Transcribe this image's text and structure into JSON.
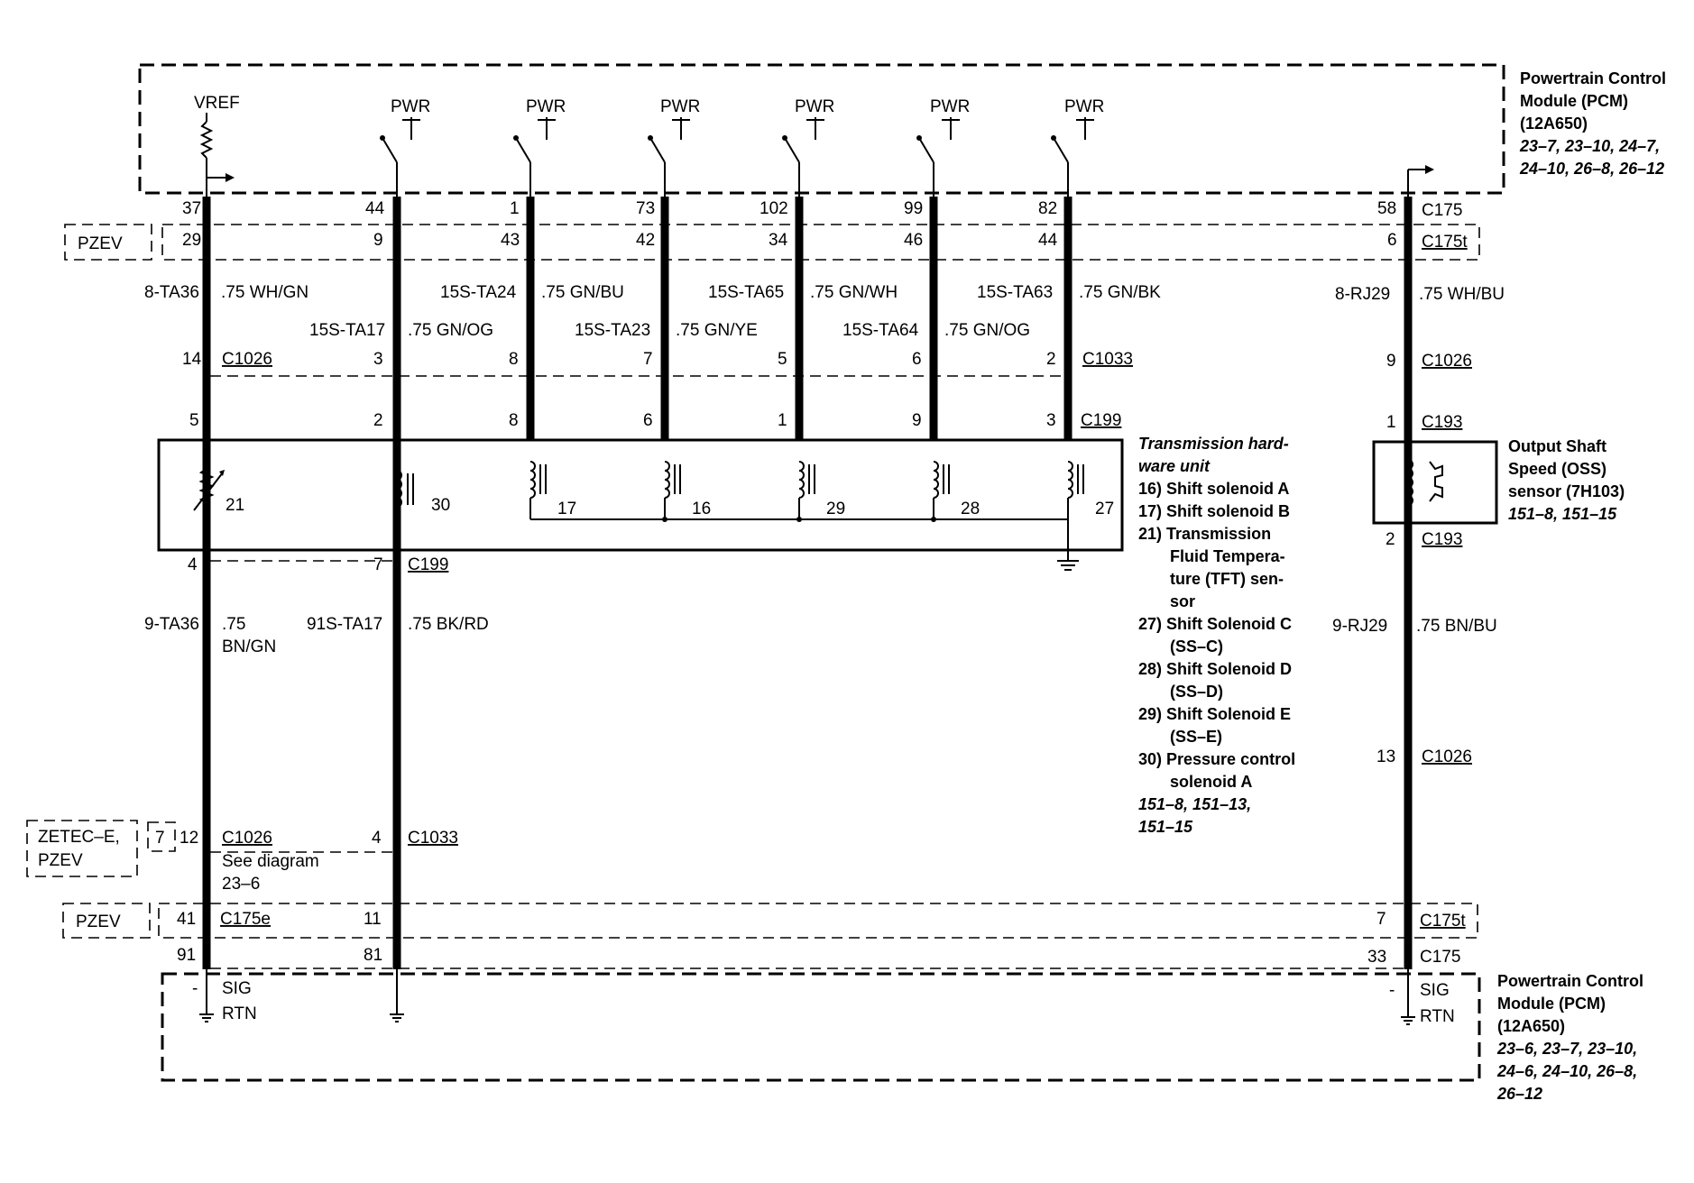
{
  "pcm_top": {
    "title_lines": [
      "Powertrain Control",
      "Module (PCM)",
      "(12A650)"
    ],
    "ref_lines": [
      "23–7, 23–10, 24–7,",
      "24–10, 26–8, 26–12"
    ]
  },
  "pcm_bottom": {
    "title_lines": [
      "Powertrain Control",
      "Module (PCM)",
      "(12A650)"
    ],
    "ref_lines": [
      "23–6, 23–7, 23–10,",
      "24–6, 24–10, 26–8,",
      "26–12"
    ]
  },
  "vref_label": "VREF",
  "pwr_label": "PWR",
  "tags": {
    "pzev_top": "PZEV",
    "zetec_line1": "ZETEC–E,",
    "zetec_line2": "PZEV",
    "zetec_box_num": "7",
    "pzev_bottom": "PZEV"
  },
  "connectors": {
    "c175": "C175",
    "c175t": "C175t",
    "c175e": "C175e",
    "c1026": "C1026",
    "c1033": "C1033",
    "c199": "C199",
    "c193": "C193"
  },
  "top_pins": [
    "37",
    "44",
    "1",
    "73",
    "102",
    "99",
    "82",
    "58"
  ],
  "pzev_pins": [
    "29",
    "9",
    "43",
    "42",
    "34",
    "46",
    "44",
    "6"
  ],
  "wires_top": [
    {
      "circuit": "8-TA36",
      "color": ".75 WH/GN"
    },
    {
      "circuit": "15S-TA17",
      "color": ".75 GN/OG"
    },
    {
      "circuit": "15S-TA24",
      "color": ".75 GN/BU"
    },
    {
      "circuit": "15S-TA23",
      "color": ".75 GN/YE"
    },
    {
      "circuit": "15S-TA65",
      "color": ".75 GN/WH"
    },
    {
      "circuit": "15S-TA64",
      "color": ".75 GN/OG"
    },
    {
      "circuit": "15S-TA63",
      "color": ".75 GN/BK"
    },
    {
      "circuit": "8-RJ29",
      "color": ".75 WH/BU"
    }
  ],
  "mid_pins": [
    "14",
    "3",
    "8",
    "7",
    "5",
    "6",
    "2",
    "9"
  ],
  "c199_pins": [
    "5",
    "2",
    "8",
    "6",
    "1",
    "9",
    "3",
    "1"
  ],
  "component_nums": [
    "21",
    "30",
    "17",
    "16",
    "29",
    "28",
    "27"
  ],
  "trans_unit_lines": [
    "Transmission hard-",
    "ware unit",
    "16) Shift solenoid A",
    "17) Shift solenoid B",
    "21) Transmission",
    "Fluid Tempera-",
    "ture (TFT) sen-",
    "sor",
    "27) Shift Solenoid C",
    "(SS–C)",
    "28) Shift Solenoid D",
    "(SS–D)",
    "29) Shift Solenoid E",
    "(SS–E)",
    "30) Pressure control",
    "solenoid A"
  ],
  "trans_unit_refs": [
    "151–8, 151–13,",
    "151–15"
  ],
  "oss": {
    "lines": [
      "Output Shaft",
      "Speed (OSS)",
      "sensor (7H103)"
    ],
    "refs": "151–8, 151–15"
  },
  "lower_pins": {
    "w1": "4",
    "w2": "7",
    "oss": "2"
  },
  "wires_lower": [
    {
      "circuit": "9-TA36",
      "color_line1": ".75",
      "color_line2": "BN/GN"
    },
    {
      "circuit": "91S-TA17",
      "color_line1": ".75 BK/RD"
    },
    {
      "circuit": "9-RJ29",
      "color_line1": ".75 BN/BU"
    }
  ],
  "pins_1026_low": {
    "w1": "12",
    "w2": "4",
    "oss": "13"
  },
  "see_diagram": [
    "See diagram",
    "23–6"
  ],
  "pins_175_low": {
    "w1": "41",
    "w2": "11",
    "oss": "7"
  },
  "pins_bottom": {
    "w1": "91",
    "w2": "81",
    "oss": "33"
  },
  "sig_label": "SIG",
  "rtn_label": "RTN",
  "dash_mark": "-"
}
